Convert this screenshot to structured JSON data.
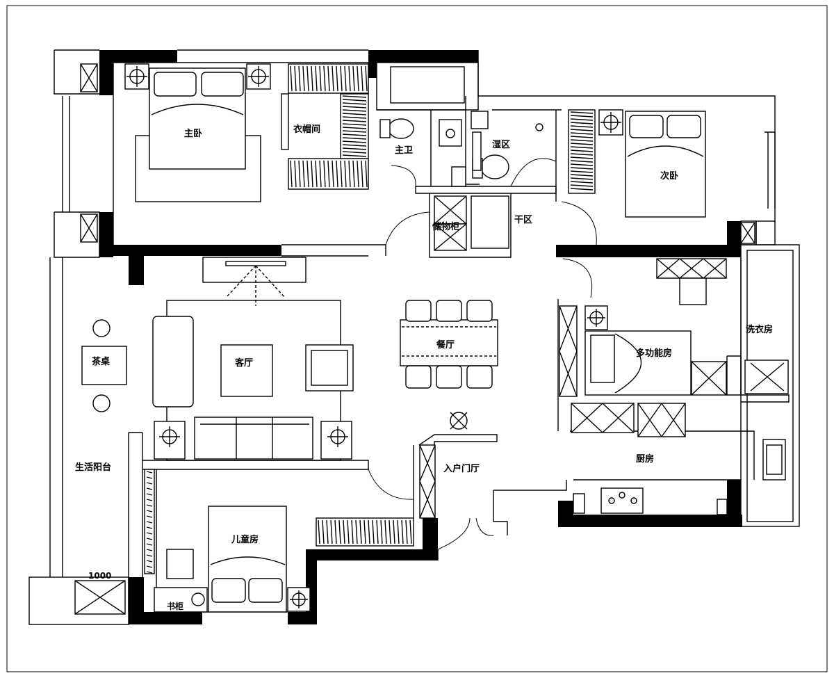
{
  "rooms": {
    "master_bedroom": "主卧",
    "walk_in_closet": "衣帽间",
    "master_bath": "主卫",
    "wet_area": "湿区",
    "dry_area": "干区",
    "storage_cabinet": "储物柜",
    "second_bedroom": "次卧",
    "laundry_room": "洗衣房",
    "living_room": "客厅",
    "dining_room": "餐厅",
    "multi_function_room": "多功能房",
    "tea_table": "茶桌",
    "life_balcony": "生活阳台",
    "entrance_hall": "入户门厅",
    "kitchen": "厨房",
    "children_room": "儿童房"
  },
  "dimension_label": "1000",
  "small_label": "书柜"
}
